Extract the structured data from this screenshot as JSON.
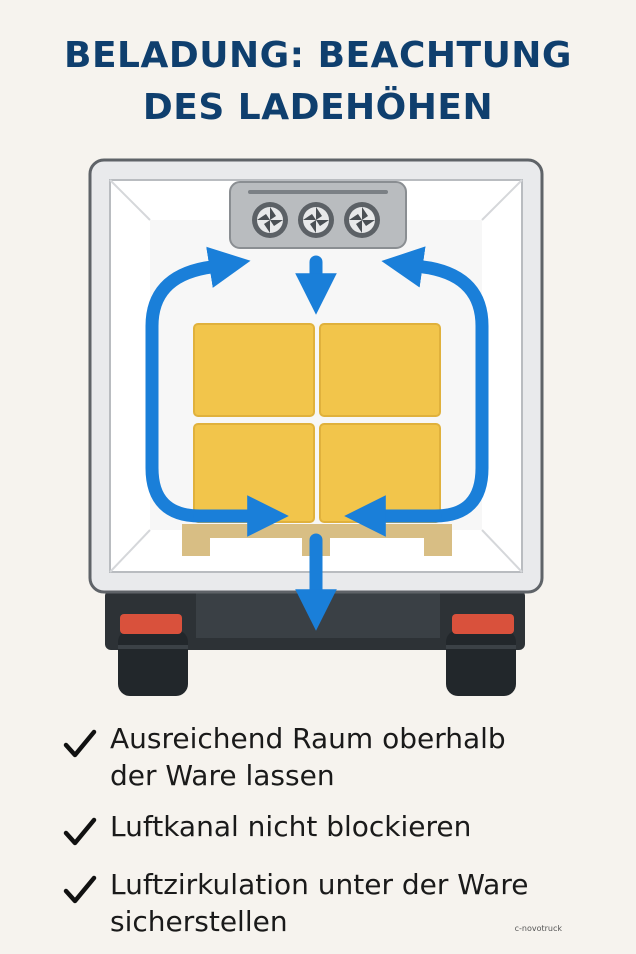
{
  "title": {
    "line1": "BELADUNG: BEACHTUNG",
    "line2": "DES LADEHÖHEN"
  },
  "checklist": [
    {
      "line1": "Ausreichend Raum oberhalb",
      "line2": "der Ware lassen",
      "icon": "checkmark-icon"
    },
    {
      "line1": "Luftkanal nicht blockieren",
      "line2": "",
      "icon": "checkmark-icon"
    },
    {
      "line1": "Luftzirkulation unter der Ware",
      "line2": "sicherstellen",
      "icon": "checkmark-icon"
    }
  ],
  "credit": "c-novotruck",
  "colors": {
    "title": "#0f3f6e",
    "airflow": "#1a7fd9",
    "cargo": "#f2c54b",
    "pallet": "#d8be84",
    "truck_body": "#e9eaec",
    "truck_dark": "#2d3236",
    "tail_light": "#d9513c"
  },
  "icons": [
    "cooling-unit-icon",
    "fan-icon",
    "airflow-arrow-icon",
    "cargo-box-icon",
    "pallet-icon",
    "wheel-icon",
    "tail-light-icon"
  ]
}
